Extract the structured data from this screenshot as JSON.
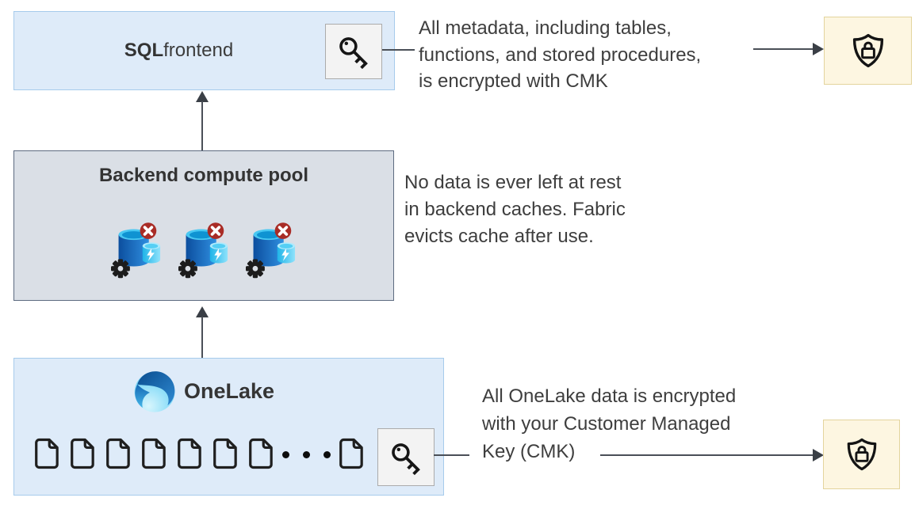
{
  "nodes": {
    "sql_frontend": {
      "title_bold": "SQL",
      "title_rest": " frontend"
    },
    "backend_pool": {
      "title": "Backend compute pool"
    },
    "onelake": {
      "title": "OneLake"
    }
  },
  "annotations": {
    "metadata_note": {
      "lines": [
        "All metadata, including tables,",
        "functions, and stored procedures,",
        "is encrypted with CMK"
      ]
    },
    "cache_note": {
      "lines": [
        "No data is ever left at rest",
        "in backend caches. Fabric",
        "evicts cache after use."
      ]
    },
    "onelake_note": {
      "lines": [
        "All OneLake data is encrypted",
        "with your Customer Managed",
        "Key (CMK)"
      ]
    }
  },
  "icons": {
    "key": "cmk-key-icon",
    "shield_lock": "shield-lock-icon",
    "compute_node": "compute-node-cache-evicted-icon",
    "cache_badge": "cache-cleared-x-badge",
    "gear": "gear-icon",
    "lightning": "lightning-icon",
    "document": "document-icon",
    "onelake_logo": "onelake-logo"
  },
  "colors": {
    "box_blue_fill": "#deebf9",
    "box_blue_border": "#a6cbec",
    "box_gray_fill": "#dadfe6",
    "box_gray_border": "#5d6b80",
    "shield_box_fill": "#fdf6e1",
    "shield_box_border": "#e3d49d",
    "key_tile_fill": "#f3f3f3",
    "connector": "#4a4f57",
    "text": "#3e3e3e",
    "badge_red": "#a92c26",
    "cylinder_dark_blue": "#0c4e9e",
    "cylinder_light_blue": "#49c8f2"
  }
}
